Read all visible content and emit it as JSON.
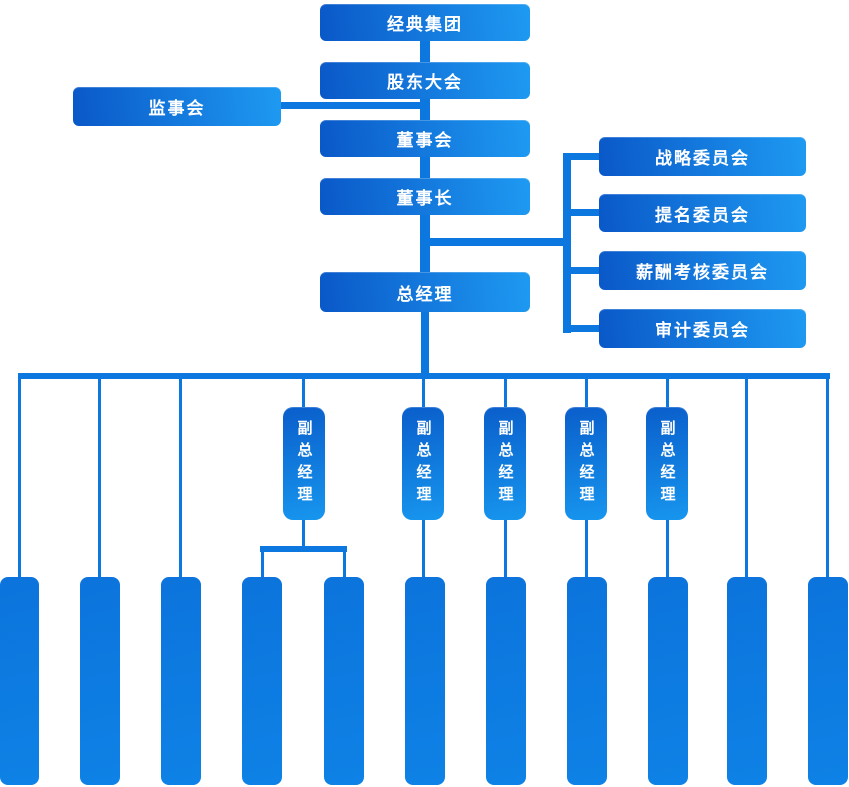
{
  "org": {
    "group": {
      "label": "经典集团"
    },
    "shareholders_meeting": {
      "label": "股东大会"
    },
    "supervisory_board": {
      "label": "监事会"
    },
    "board_of_directors": {
      "label": "董事会"
    },
    "chairman": {
      "label": "董事长"
    },
    "general_manager": {
      "label": "总经理"
    },
    "committees": [
      {
        "label": "战略委员会"
      },
      {
        "label": "提名委员会"
      },
      {
        "label": "薪酬考核委员会"
      },
      {
        "label": "审计委员会"
      }
    ],
    "deputy_general_manager": {
      "label": "副总经理",
      "count": 5
    },
    "departments": {
      "count": 11,
      "labels_visible": false
    },
    "colors": {
      "node_gradient_start": "#0A58C8",
      "node_gradient_end": "#1E9AF2",
      "vertical_node_gradient_start": "#0A5ECB",
      "vertical_node_gradient_end": "#1796EE",
      "department_box": "#0C78DF",
      "connector": "#0C78DF",
      "text": "#FFFFFF",
      "background": "#FFFFFF"
    }
  }
}
